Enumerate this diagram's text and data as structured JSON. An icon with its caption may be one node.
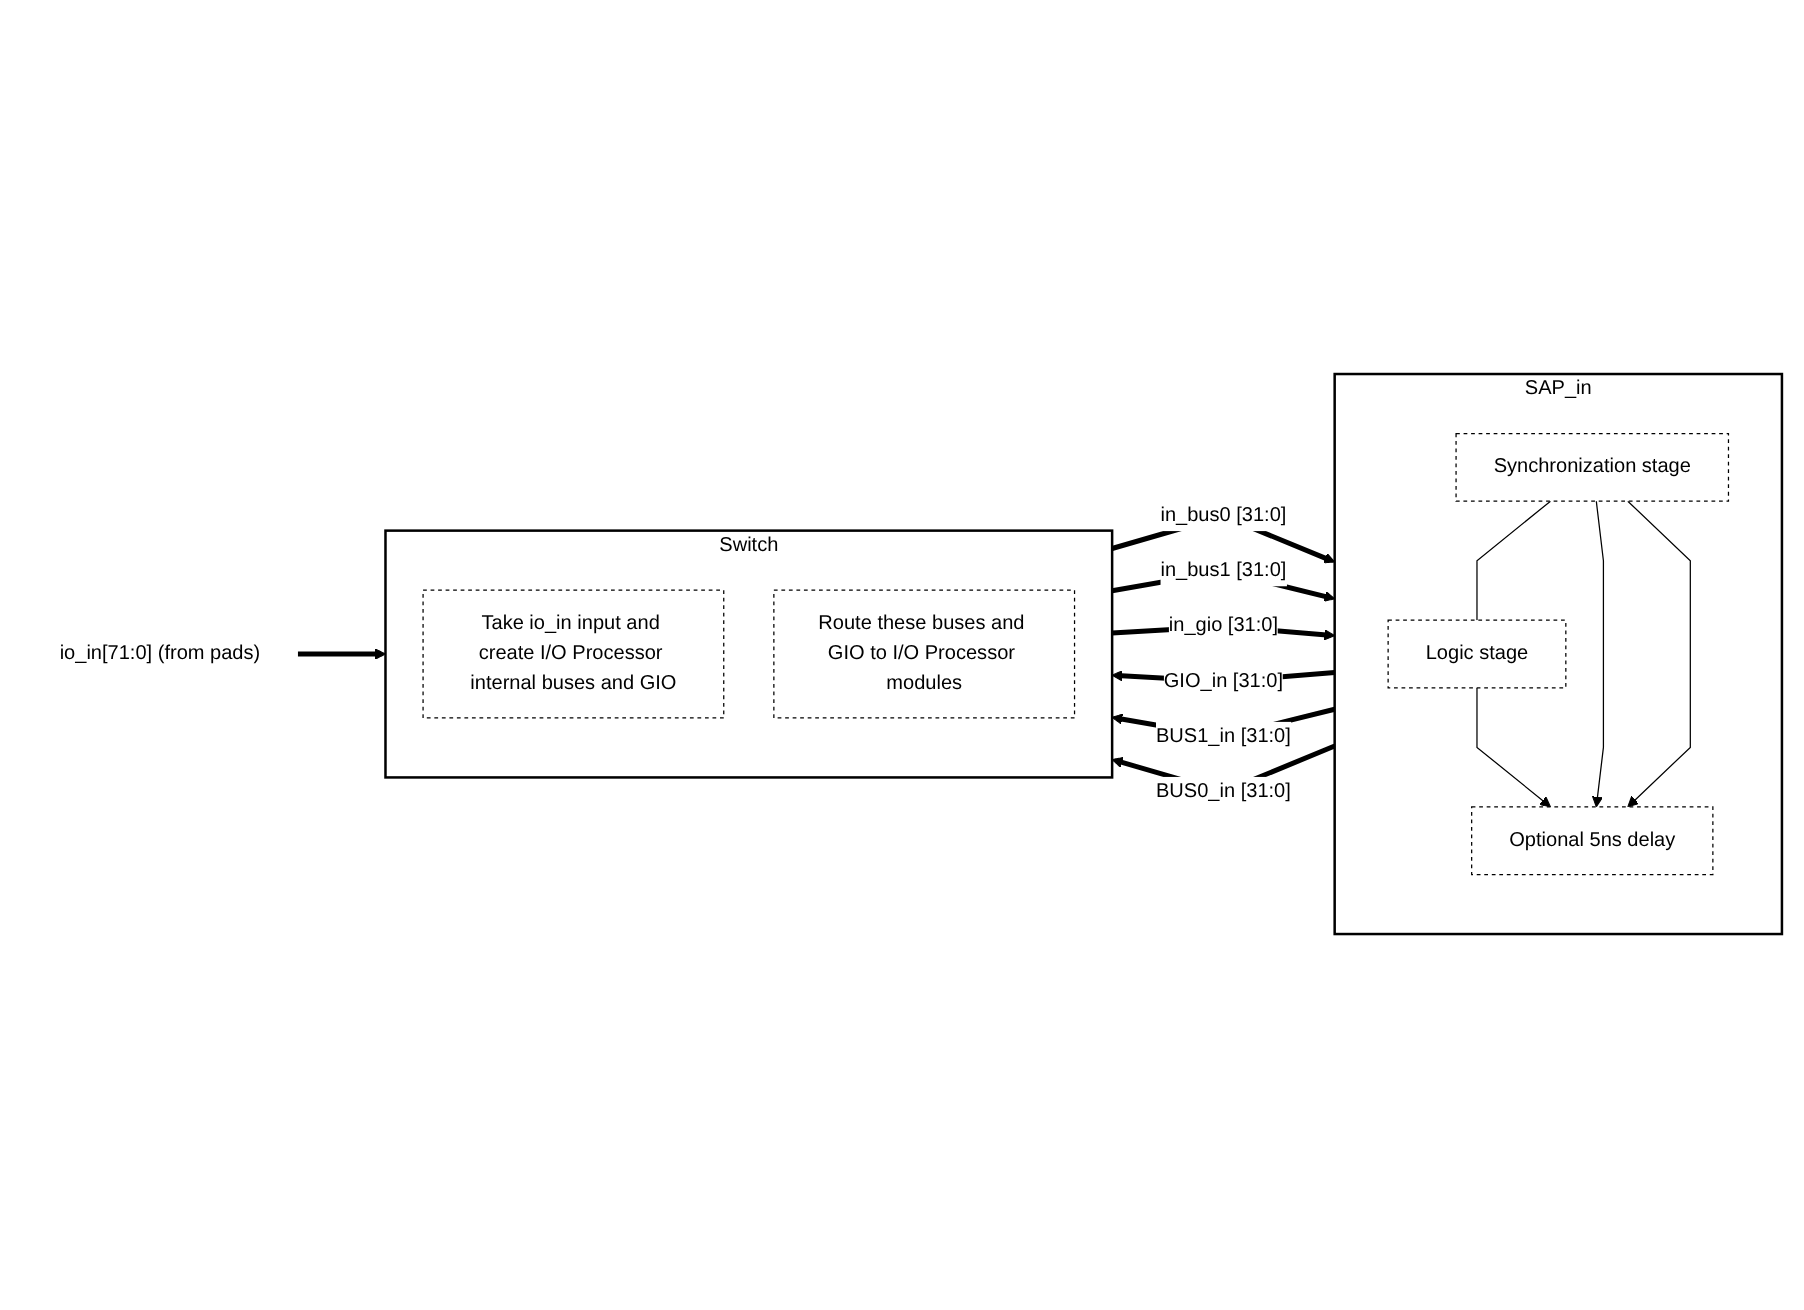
{
  "diagram": {
    "nodes": [
      {
        "text": [
          "Switch"
        ]
      },
      {
        "text": [
          "Take io_in input and create I/O Processor internal buses and GIO"
        ],
        "in": 0
      },
      {
        "text": [
          "Route these buses and GIO to I/O Processor modules"
        ],
        "in": 0
      },
      {
        "text": [
          "io_in[71:0] (from pads)"
        ]
      },
      {
        "text": [
          "SAP_in"
        ]
      },
      {
        "text": [
          "Synchronization stage"
        ],
        "in": 4
      },
      {
        "text": [
          "Logic stage"
        ],
        "in": 4
      },
      {
        "text": [
          "Optional 5ns delay"
        ],
        "in": 4
      }
    ],
    "edges": [
      {
        "from": 3,
        "to": 0,
        "arrow": "to"
      },
      {
        "from": 0,
        "to": 4,
        "arrow": "to",
        "label": "in_bus0 [31:0]"
      },
      {
        "from": 0,
        "to": 4,
        "arrow": "to",
        "label": "in_bus1 [31:0]"
      },
      {
        "from": 0,
        "to": 4,
        "arrow": "to",
        "label": "in_gio [31:0]"
      },
      {
        "from": 4,
        "to": 0,
        "arrow": "to",
        "label": "GIO_in [31:0]"
      },
      {
        "from": 4,
        "to": 0,
        "arrow": "to",
        "label": "BUS1_in [31:0]"
      },
      {
        "from": 4,
        "to": 0,
        "arrow": "to",
        "label": "BUS0_in [31:0]"
      },
      {
        "from": 5,
        "to": 6,
        "arrow": "none"
      },
      {
        "from": 6,
        "to": 7,
        "arrow": "to"
      },
      {
        "from": 5,
        "to": 7,
        "arrow": "to"
      },
      {
        "from": 5,
        "to": 7,
        "arrow": "to"
      }
    ]
  }
}
